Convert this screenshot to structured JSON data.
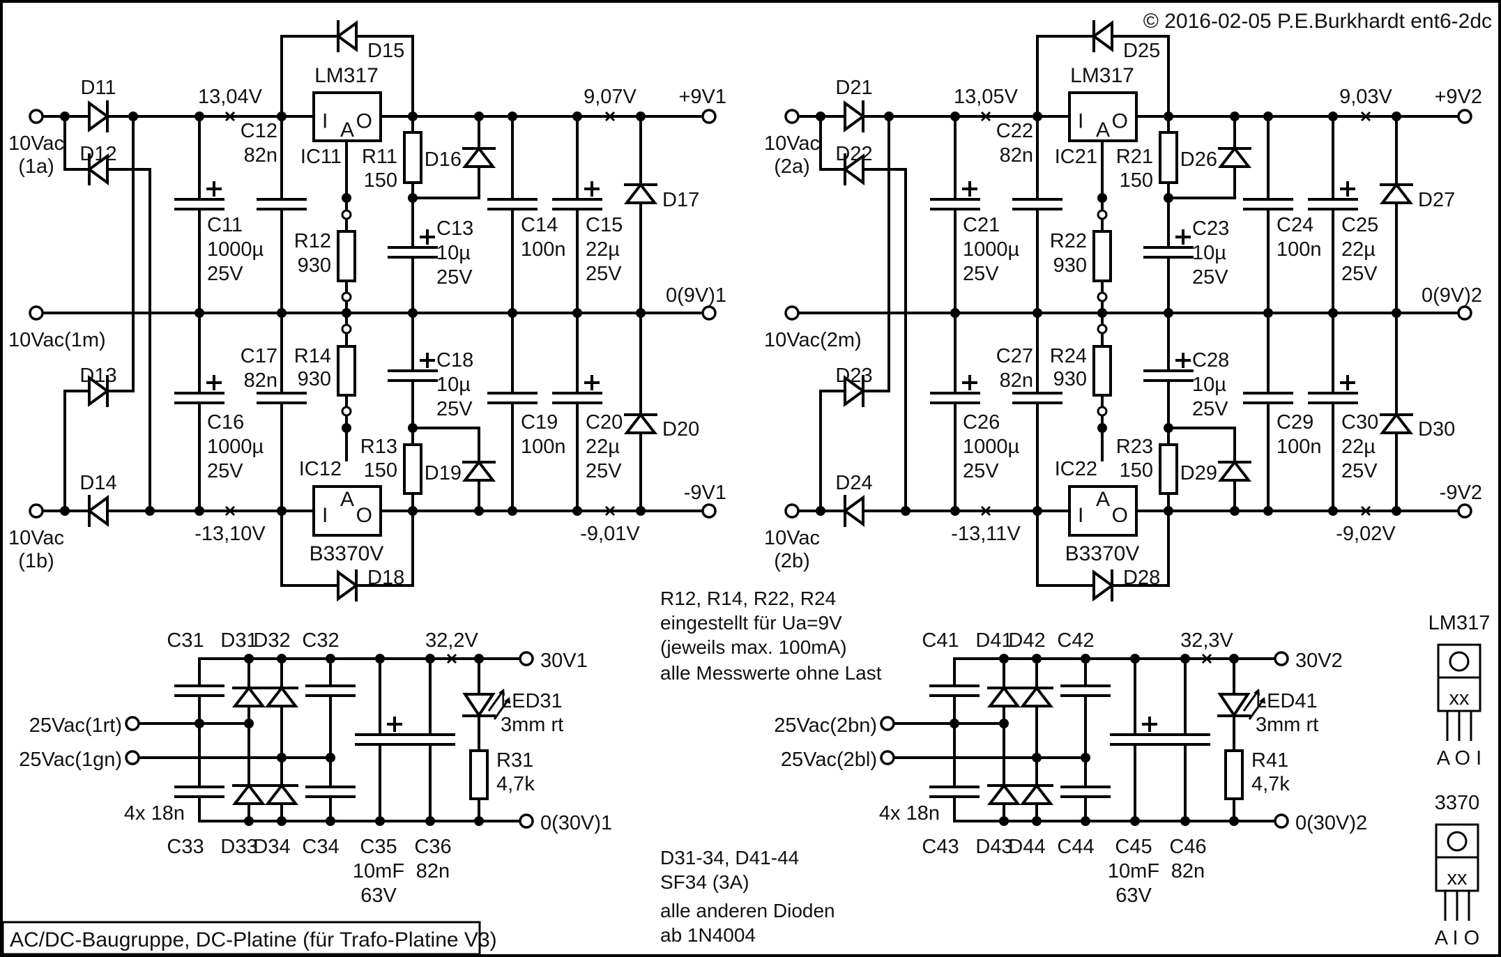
{
  "copyright": "© 2016-02-05 P.E.Burkhardt ent6-2dc",
  "title_block": "AC/DC-Baugruppe, DC-Platine (für Trafo-Platine V3)",
  "notes": {
    "resistors": [
      "R12, R14, R22, R24",
      "eingestellt für Ua=9V",
      "(jeweils max. 100mA)",
      "alle Messwerte ohne Last"
    ],
    "diodes": [
      "D31-34, D41-44",
      "SF34 (3A)",
      "alle anderen Dioden",
      "ab 1N4004"
    ]
  },
  "channels": [
    {
      "id": "1",
      "inputs": {
        "top": [
          "10Vac",
          "(1a)"
        ],
        "mid": "10Vac(1m)",
        "bot": [
          "10Vac",
          "(1b)"
        ]
      },
      "outputs": {
        "pos": "+9V1",
        "gnd": "0(9V)1",
        "neg": "-9V1"
      },
      "measurements": {
        "raw_pos": "13,04V",
        "raw_neg": "-13,10V",
        "out_pos": "9,07V",
        "out_neg": "-9,01V"
      },
      "rectifier": {
        "d_top_a": "D11",
        "d_top_b": "D12",
        "d_bot_a": "D13",
        "d_bot_b": "D14"
      },
      "reg_pos": {
        "type": "LM317",
        "ref": "IC11",
        "pins": [
          "I",
          "A",
          "O"
        ],
        "bypass_diode": "D15",
        "prot_diode": "D16",
        "out_diode": "D17",
        "r_top": {
          "ref": "R11",
          "val": "150"
        },
        "r_adj": {
          "ref": "R12",
          "val": "930"
        }
      },
      "reg_neg": {
        "type": "B3370V",
        "ref": "IC12",
        "pins": [
          "I",
          "A",
          "O"
        ],
        "bypass_diode": "D18",
        "prot_diode": "D19",
        "out_diode": "D20",
        "r_top": {
          "ref": "R13",
          "val": "150"
        },
        "r_adj": {
          "ref": "R14",
          "val": "930"
        }
      },
      "caps": {
        "c_in_pos": [
          "C11",
          "1000µ",
          "25V"
        ],
        "c_hf_pos": [
          "C12",
          "82n"
        ],
        "c_adj_pos": [
          "C13",
          "10µ",
          "25V"
        ],
        "c_out_hf_pos": [
          "C14",
          "100n"
        ],
        "c_out_pos": [
          "C15",
          "22µ",
          "25V"
        ],
        "c_in_neg": [
          "C16",
          "1000µ",
          "25V"
        ],
        "c_hf_neg": [
          "C17",
          "82n"
        ],
        "c_adj_neg": [
          "C18",
          "10µ",
          "25V"
        ],
        "c_out_hf_neg": [
          "C19",
          "100n"
        ],
        "c_out_neg": [
          "C20",
          "22µ",
          "25V"
        ]
      }
    },
    {
      "id": "2",
      "inputs": {
        "top": [
          "10Vac",
          "(2a)"
        ],
        "mid": "10Vac(2m)",
        "bot": [
          "10Vac",
          "(2b)"
        ]
      },
      "outputs": {
        "pos": "+9V2",
        "gnd": "0(9V)2",
        "neg": "-9V2"
      },
      "measurements": {
        "raw_pos": "13,05V",
        "raw_neg": "-13,11V",
        "out_pos": "9,03V",
        "out_neg": "-9,02V"
      },
      "rectifier": {
        "d_top_a": "D21",
        "d_top_b": "D22",
        "d_bot_a": "D23",
        "d_bot_b": "D24"
      },
      "reg_pos": {
        "type": "LM317",
        "ref": "IC21",
        "pins": [
          "I",
          "A",
          "O"
        ],
        "bypass_diode": "D25",
        "prot_diode": "D26",
        "out_diode": "D27",
        "r_top": {
          "ref": "R21",
          "val": "150"
        },
        "r_adj": {
          "ref": "R22",
          "val": "930"
        }
      },
      "reg_neg": {
        "type": "B3370V",
        "ref": "IC22",
        "pins": [
          "I",
          "A",
          "O"
        ],
        "bypass_diode": "D28",
        "prot_diode": "D29",
        "out_diode": "D30",
        "r_top": {
          "ref": "R23",
          "val": "150"
        },
        "r_adj": {
          "ref": "R24",
          "val": "930"
        }
      },
      "caps": {
        "c_in_pos": [
          "C21",
          "1000µ",
          "25V"
        ],
        "c_hf_pos": [
          "C22",
          "82n"
        ],
        "c_adj_pos": [
          "C23",
          "10µ",
          "25V"
        ],
        "c_out_hf_pos": [
          "C24",
          "100n"
        ],
        "c_out_pos": [
          "C25",
          "22µ",
          "25V"
        ],
        "c_in_neg": [
          "C26",
          "1000µ",
          "25V"
        ],
        "c_hf_neg": [
          "C27",
          "82n"
        ],
        "c_adj_neg": [
          "C28",
          "10µ",
          "25V"
        ],
        "c_out_hf_neg": [
          "C29",
          "100n"
        ],
        "c_out_neg": [
          "C30",
          "22µ",
          "25V"
        ]
      }
    }
  ],
  "hv_supplies": [
    {
      "id": "1",
      "inputs": [
        "25Vac(1rt)",
        "25Vac(1gn)"
      ],
      "outputs": {
        "pos": "30V1",
        "gnd": "0(30V)1"
      },
      "measurement": "32,2V",
      "top_labels": [
        "C31",
        "D31",
        "D32",
        "C32"
      ],
      "bottom_labels": [
        "C33",
        "D33",
        "D34",
        "C34"
      ],
      "cap_note": "4x 18n",
      "c_bulk": [
        "C35",
        "10mF",
        "63V"
      ],
      "c_hf": [
        "C36",
        "82n"
      ],
      "led": [
        "LED31",
        "3mm rt"
      ],
      "resistor": [
        "R31",
        "4,7k"
      ]
    },
    {
      "id": "2",
      "inputs": [
        "25Vac(2bn)",
        "25Vac(2bl)"
      ],
      "outputs": {
        "pos": "30V2",
        "gnd": "0(30V)2"
      },
      "measurement": "32,3V",
      "top_labels": [
        "C41",
        "D41",
        "D42",
        "C42"
      ],
      "bottom_labels": [
        "C43",
        "D43",
        "D44",
        "C44"
      ],
      "cap_note": "4x 18n",
      "c_bulk": [
        "C45",
        "10mF",
        "63V"
      ],
      "c_hf": [
        "C46",
        "82n"
      ],
      "led": [
        "LED41",
        "3mm rt"
      ],
      "resistor": [
        "R41",
        "4,7k"
      ]
    }
  ],
  "pinouts": [
    {
      "name": "LM317",
      "mark": "xx",
      "pins": "A O I"
    },
    {
      "name": "3370",
      "mark": "xx",
      "pins": "A I O"
    }
  ]
}
